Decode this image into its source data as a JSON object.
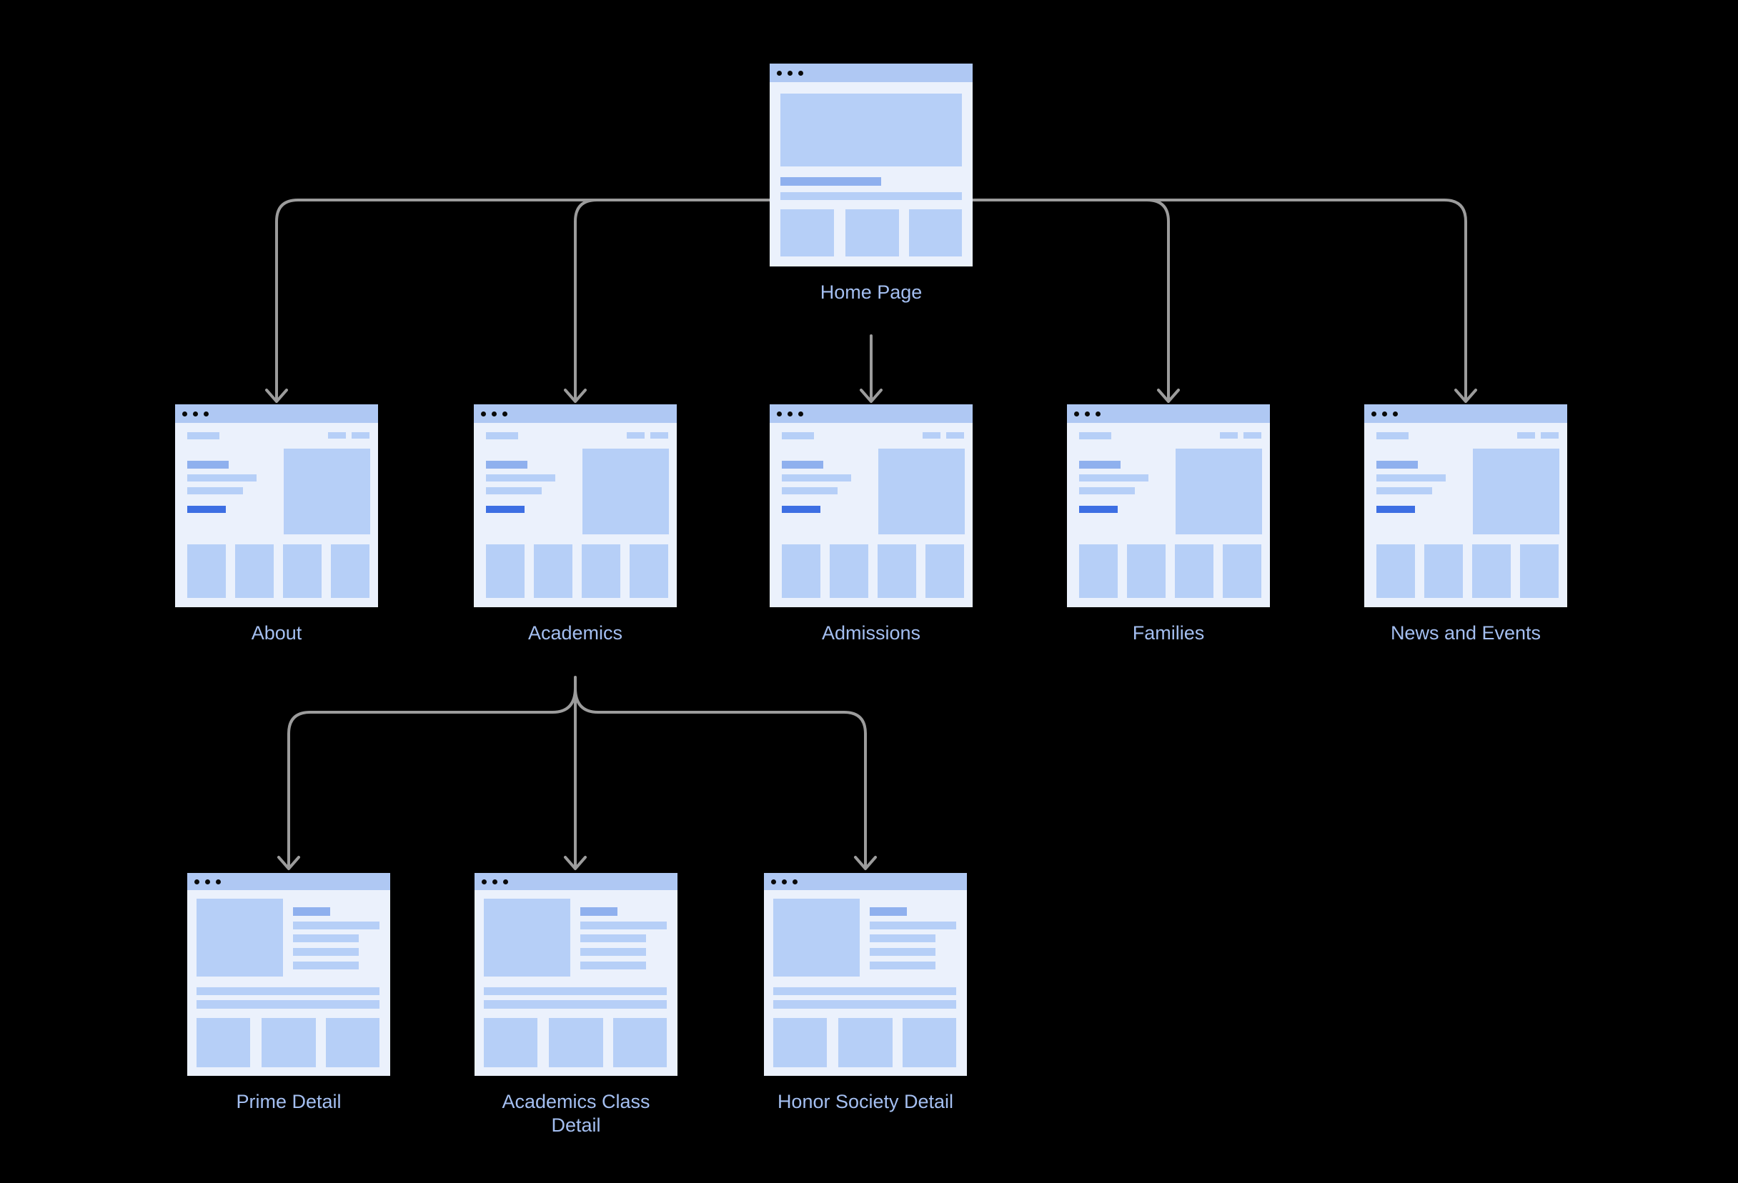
{
  "diagram_type": "website-sitemap-flowchart",
  "colors": {
    "background": "#000000",
    "connector": "#9C9C9C",
    "label_text": "#A4BFF1",
    "window_body": "#EBF1FC",
    "window_titlebar": "#AFC8F3",
    "window_block_light": "#B6CFF7",
    "window_block_medium": "#8FB0EE",
    "window_block_accent": "#3D6FE3",
    "window_dot": "#0A0A0A"
  },
  "nodes": {
    "home": {
      "label": "Home Page",
      "level": 1
    },
    "about": {
      "label": "About",
      "level": 2
    },
    "academics": {
      "label": "Academics",
      "level": 2
    },
    "admissions": {
      "label": "Admissions",
      "level": 2
    },
    "families": {
      "label": "Families",
      "level": 2
    },
    "news": {
      "label": "News and Events",
      "level": 2
    },
    "prime": {
      "label": "Prime Detail",
      "level": 3
    },
    "class": {
      "label": "Academics Class Detail",
      "level": 3
    },
    "honor": {
      "label": "Honor Society Detail",
      "level": 3
    }
  },
  "edges": [
    {
      "from": "home",
      "to": "about"
    },
    {
      "from": "home",
      "to": "academics"
    },
    {
      "from": "home",
      "to": "admissions"
    },
    {
      "from": "home",
      "to": "families"
    },
    {
      "from": "home",
      "to": "news"
    },
    {
      "from": "academics",
      "to": "prime"
    },
    {
      "from": "academics",
      "to": "class"
    },
    {
      "from": "academics",
      "to": "honor"
    }
  ]
}
